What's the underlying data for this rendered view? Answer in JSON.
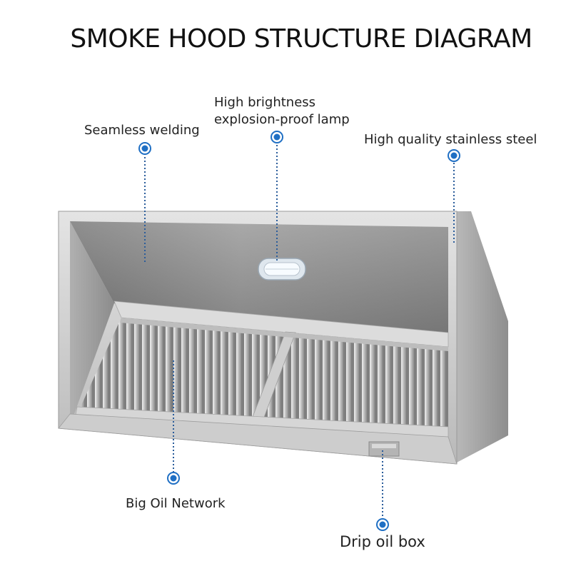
{
  "title": "SMOKE HOOD STRUCTURE DIAGRAM",
  "callouts": {
    "seamless_welding": "Seamless welding",
    "lamp_line1": "High brightness",
    "lamp_line2": "explosion-proof lamp",
    "stainless_steel": "High quality stainless steel",
    "oil_network": "Big Oil Network",
    "drip_box": "Drip oil box"
  },
  "colors": {
    "marker": "#1f6fc4",
    "leader": "#2b5d9b",
    "steel_light": "#cfcfcf",
    "steel_mid": "#a9a9a9",
    "steel_dark": "#6f6f6f"
  }
}
